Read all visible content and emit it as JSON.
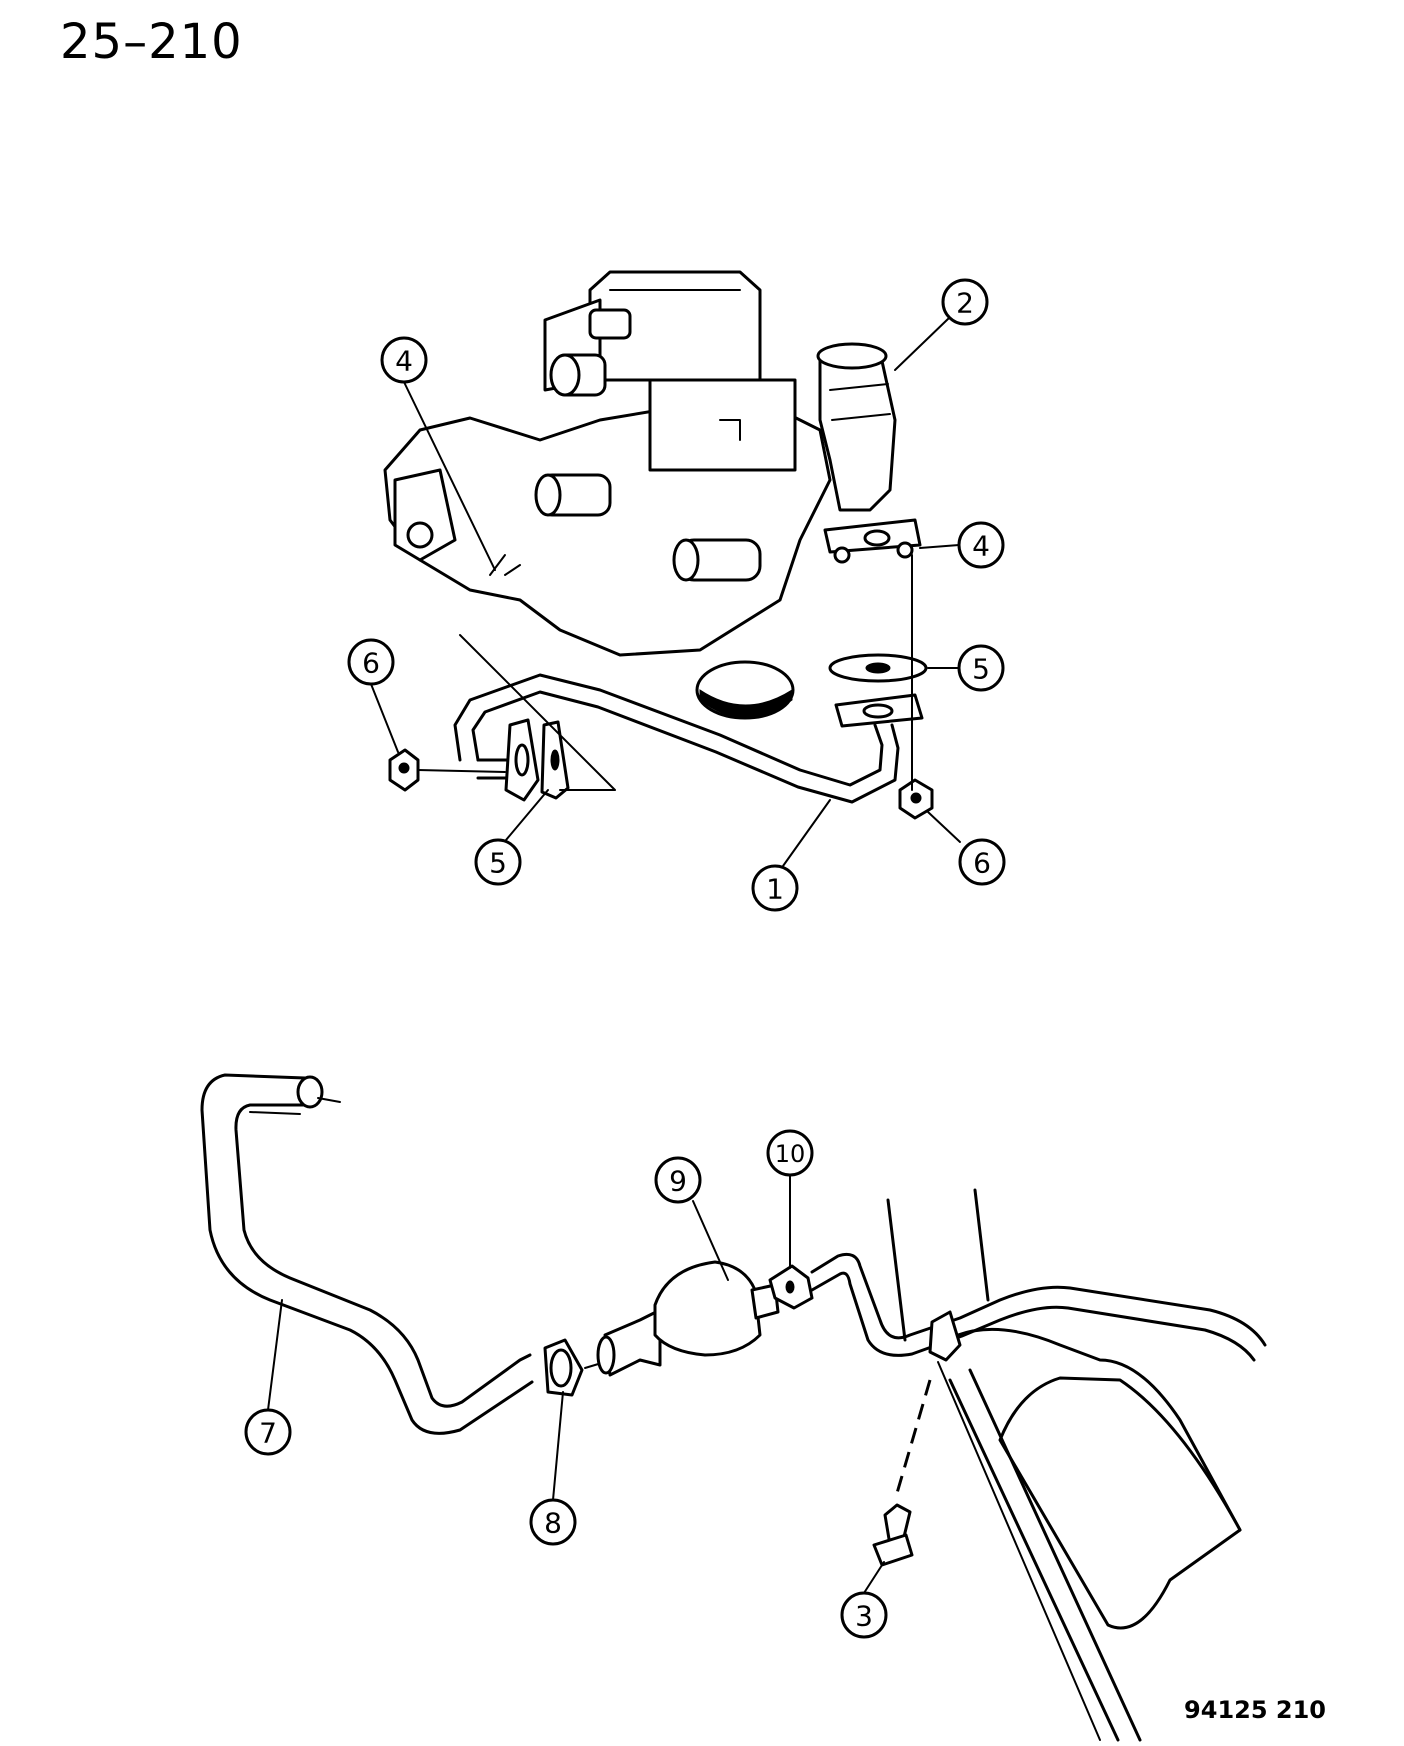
{
  "page_number": "25–210",
  "figure_code": "94125 210",
  "callouts": [
    "1",
    "2",
    "3",
    "4",
    "5",
    "6",
    "7",
    "8",
    "9",
    "10"
  ]
}
